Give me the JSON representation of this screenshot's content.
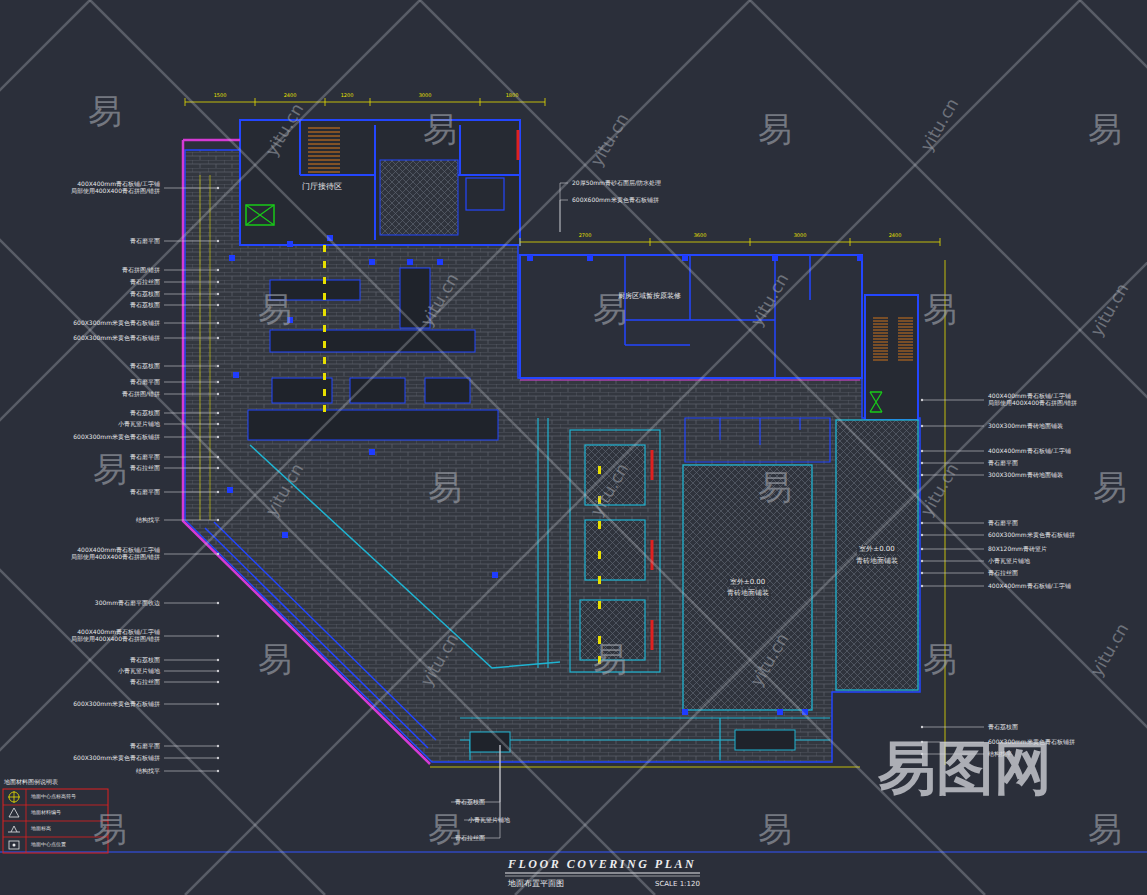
{
  "diagram": {
    "title": "FLOOR COVERING PLAN",
    "caption": "地面布置平面图",
    "nodes": [
      {
        "text": [
          "门厅接待区"
        ]
      },
      {
        "text": [
          "厨房区域暂按原装修"
        ]
      },
      {
        "text": [
          "室外±0.00",
          "青砖地面铺装"
        ]
      },
      {
        "text": [
          "室外±0.00",
          "青砖地面铺装"
        ]
      }
    ],
    "labels": [
      "400X400mm青石板铺/工字铺 局部使用400X400青石拼图/错拼",
      "青石磨平面",
      "青石拼图/错拼",
      "青石拉丝面",
      "青石荔枝面",
      "青石荔枝面",
      "600X300mm米黄色青石板铺拼",
      "600X300mm米黄色青石板铺拼",
      "青石荔枝面",
      "青石磨平面",
      "青石拼图/错拼",
      "青石荔枝面",
      "小青瓦竖片铺地",
      "600X300mm米黄色青石板铺拼",
      "青石磨平面",
      "青石拉丝面",
      "青石磨平面",
      "结构找平",
      "400X400mm青石板铺/工字铺 局部使用400X400青石拼图/错拼",
      "300mm青石磨平面收边",
      "400X400mm青石板铺/工字铺 局部使用400X400青石拼图/错拼",
      "青石荔枝面",
      "小青瓦竖片铺地",
      "青石拉丝面",
      "600X300mm米黄色青石板铺拼",
      "青石磨平面",
      "600X300mm米黄色青石板铺拼",
      "结构找平",
      "400X400mm青石板铺/工字铺 局部使用400X400青石拼图/错拼",
      "300X300mm青砖地面铺装",
      "400X400mm青石板铺/工字铺",
      "青石磨平面",
      "300X300mm青砖地面铺装",
      "青石磨平面",
      "600X300mm米黄色青石板铺拼",
      "80X120mm青砖竖片",
      "小青瓦竖片铺地",
      "青石拉丝面",
      "400X400mm青石板铺/工字铺",
      "青石荔枝面",
      "600X300mm米黄色青石板铺拼",
      "结构找平",
      "青石荔枝面",
      "小青瓦竖片铺地",
      "青石拉丝面",
      "20厚50mm青砂石面层/防水处理",
      "600X600mm米黄色青石板铺拼",
      "1500",
      "2400",
      "1200",
      "3000",
      "1800",
      "2700",
      "3600",
      "3000",
      "2400",
      "SCALE 1:120",
      "易",
      "易",
      "易",
      "易",
      "易",
      "易",
      "易",
      "易",
      "易",
      "易",
      "易",
      "易",
      "易",
      "易",
      "易",
      "易",
      "易",
      "易",
      "yitu.cn",
      "yitu.cn",
      "yitu.cn",
      "yitu.cn",
      "yitu.cn",
      "yitu.cn",
      "yitu.cn",
      "yitu.cn",
      "yitu.cn",
      "yitu.cn",
      "yitu.cn",
      "yitu.cn",
      "易图网",
      "地面材料图例说明表"
    ],
    "legend": [
      {
        "text": "地面中心点标高符号"
      },
      {
        "text": "地面材料编号"
      },
      {
        "text": "地面标高"
      },
      {
        "text": "地面中心点位置"
      }
    ]
  }
}
